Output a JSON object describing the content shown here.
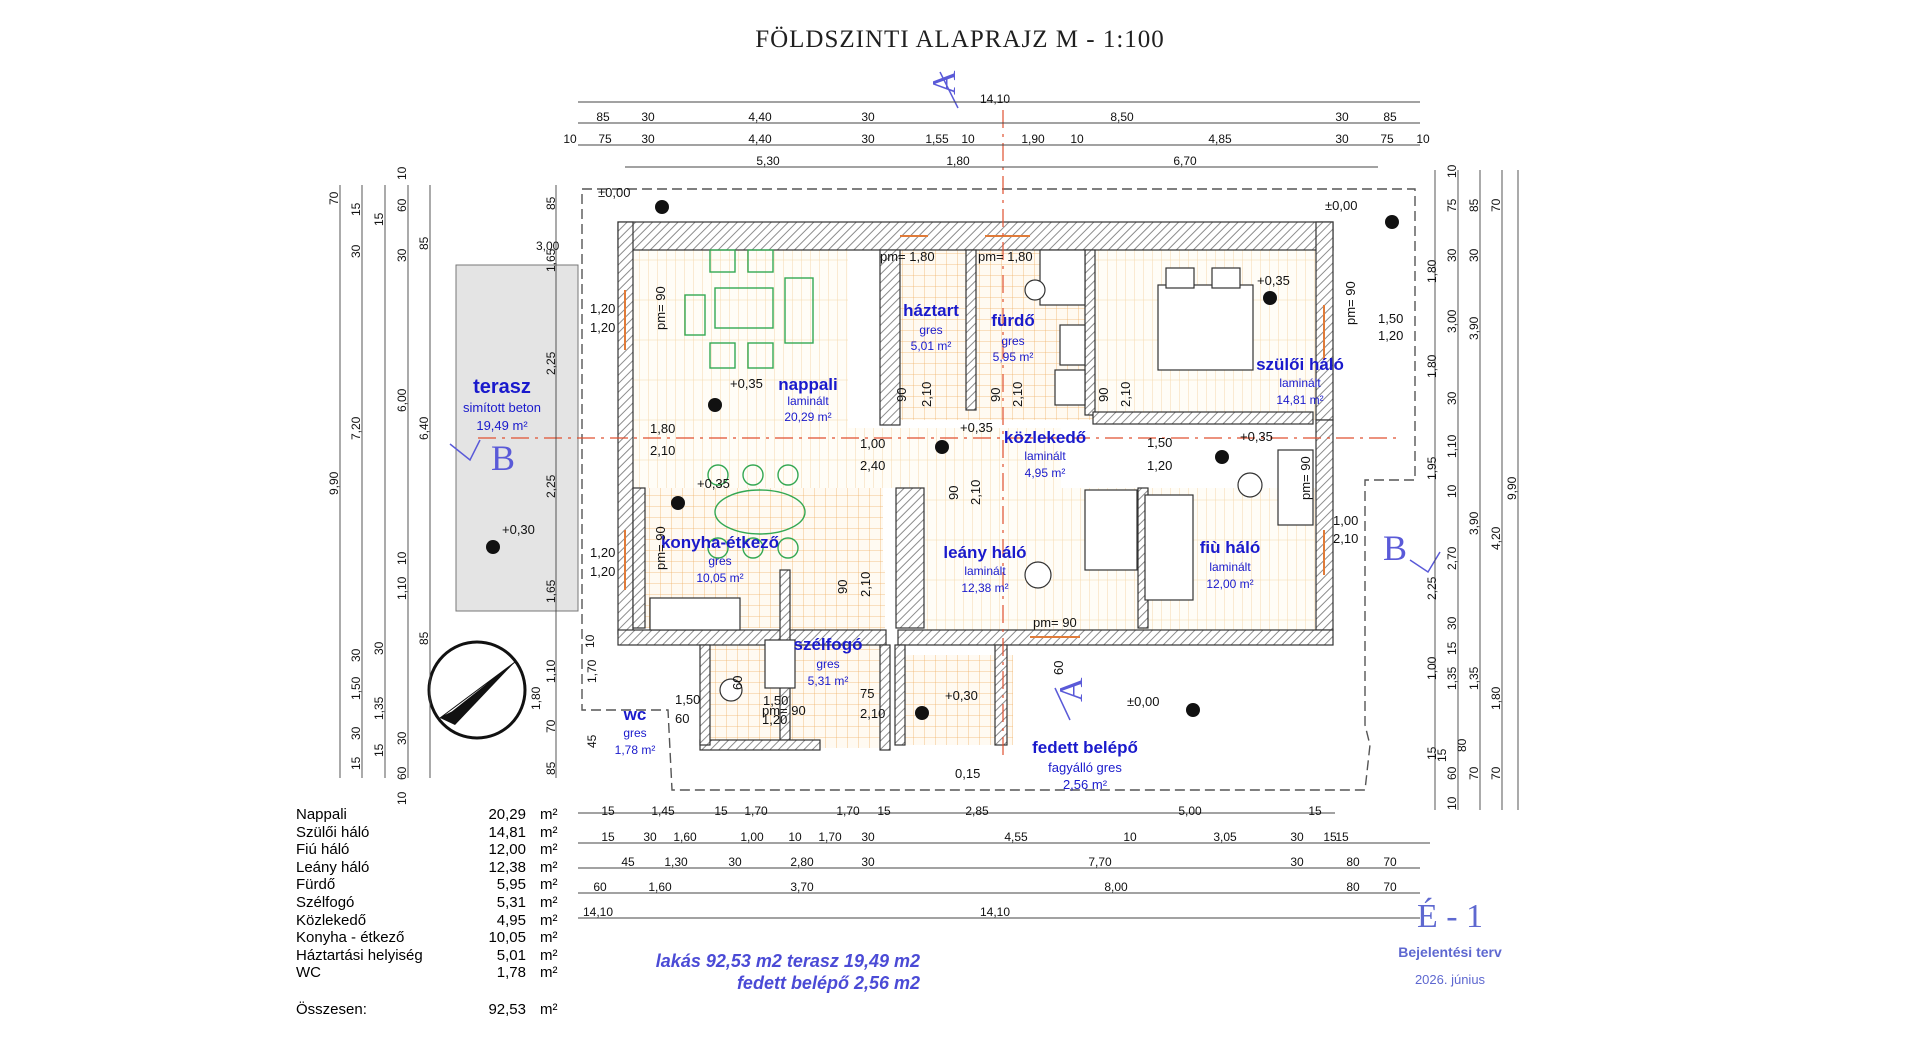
{
  "title": "FÖLDSZINTI ALAPRAJZ    M - 1:100",
  "rooms": [
    {
      "name": "nappali",
      "finish": "laminált",
      "area": "20,29 m²"
    },
    {
      "name": "háztart",
      "finish": "gres",
      "area": "5,01 m²"
    },
    {
      "name": "fürdő",
      "finish": "gres",
      "area": "5,95 m²"
    },
    {
      "name": "szülői háló",
      "finish": "laminált",
      "area": "14,81 m²"
    },
    {
      "name": "közlekedő",
      "finish": "laminált",
      "area": "4,95 m²"
    },
    {
      "name": "konyha-étkező",
      "finish": "gres",
      "area": "10,05 m²"
    },
    {
      "name": "leány háló",
      "finish": "laminált",
      "area": "12,38 m²"
    },
    {
      "name": "fiù háló",
      "finish": "laminált",
      "area": "12,00 m²"
    },
    {
      "name": "szélfogó",
      "finish": "gres",
      "area": "5,31 m²"
    },
    {
      "name": "wc",
      "finish": "gres",
      "area": "1,78 m²"
    },
    {
      "name": "terasz",
      "finish": "simított beton",
      "area": "19,49 m²"
    },
    {
      "name": "fedett belépő",
      "finish": "fagyálló gres",
      "area": "2,56 m²"
    }
  ],
  "levels": [
    "±0,00",
    "±0,00",
    "±0,00",
    "+0,35",
    "+0,35",
    "+0,35",
    "+0,35",
    "+0,35",
    "+0,30",
    "+0,30"
  ],
  "section_marks": [
    "A",
    "A",
    "B",
    "B"
  ],
  "parapets": [
    "pm= 1,80",
    "pm= 1,80",
    "pm= 90",
    "pm= 90",
    "pm= 90",
    "pm= 90",
    "pm= 90",
    "pm= 90"
  ],
  "openings": [
    "1,20",
    "1,20",
    "1,80",
    "2,10",
    "1,00",
    "2,40",
    "1,20",
    "1,20",
    "90",
    "2,10",
    "90",
    "2,10",
    "90",
    "2,10",
    "90",
    "2,10",
    "90",
    "2,10",
    "1,50",
    "1,20",
    "1,50",
    "1,20",
    "1,00",
    "2,10",
    "75",
    "2,10",
    "1,50",
    "1,20",
    "60",
    "60",
    "1,50",
    "60",
    "0,15"
  ],
  "dims_top": {
    "overall": "14,10",
    "row1": [
      "85",
      "30",
      "4,40",
      "30",
      "8,50",
      "30",
      "85"
    ],
    "row2": [
      "10",
      "75",
      "30",
      "4,40",
      "30",
      "1,55",
      "10",
      "1,90",
      "10",
      "4,85",
      "30",
      "75",
      "10"
    ],
    "row3": [
      "5,30",
      "1,80",
      "6,70"
    ]
  },
  "dims_bottom": {
    "row1": [
      "15",
      "1,45",
      "15",
      "1,70",
      "1,70",
      "15",
      "2,85",
      "5,00",
      "15"
    ],
    "row2": [
      "15",
      "30",
      "1,60",
      "1,00",
      "10",
      "1,70",
      "30",
      "4,55",
      "10",
      "3,05",
      "30",
      "15",
      "15"
    ],
    "row3": [
      "45",
      "1,30",
      "30",
      "2,80",
      "30",
      "7,70",
      "30",
      "80",
      "70"
    ],
    "row4": [
      "60",
      "1,60",
      "3,70",
      "8,00",
      "80",
      "70"
    ],
    "overall": "14,10"
  },
  "dims_left": {
    "terrace_w": "3,00",
    "col1": [
      "70",
      "15",
      "30",
      "30",
      "1,50",
      "30",
      "15"
    ],
    "col2": [
      "15",
      "30",
      "15"
    ],
    "col3": [
      "60",
      "30",
      "85",
      "10",
      "1,10",
      "85",
      "1,35",
      "30",
      "60"
    ],
    "col4": [
      "10",
      "85",
      "1,65",
      "2,25",
      "2,25",
      "1,65",
      "10",
      "1,70",
      "1,10",
      "1,80",
      "70",
      "45",
      "85",
      "10"
    ],
    "overall_a": "9,90",
    "overall_b": "7,20",
    "overall_c": "6,00",
    "overall_d": "6,40"
  },
  "dims_right": {
    "col1": [
      "10",
      "75",
      "30",
      "1,80",
      "1,80",
      "1,95",
      "2,25",
      "1,00",
      "1,35",
      "15",
      "15",
      "60",
      "10"
    ],
    "col2": [
      "85",
      "30",
      "3,00",
      "30",
      "1,10",
      "10",
      "2,70",
      "30",
      "15",
      "1,35",
      "80",
      "70"
    ],
    "col3": [
      "70",
      "3,90",
      "3,90",
      "1,80",
      "70"
    ],
    "overall_a": "9,90",
    "overall_b": "4,20"
  },
  "schedule": [
    {
      "name": "Nappali",
      "area": "20,29",
      "unit": "m²"
    },
    {
      "name": "Szülői háló",
      "area": "14,81",
      "unit": "m²"
    },
    {
      "name": "Fiú háló",
      "area": "12,00",
      "unit": "m²"
    },
    {
      "name": "Leány háló",
      "area": "12,38",
      "unit": "m²"
    },
    {
      "name": "Fürdő",
      "area": "5,95",
      "unit": "m²"
    },
    {
      "name": "Szélfogó",
      "area": "5,31",
      "unit": "m²"
    },
    {
      "name": "Közlekedő",
      "area": "4,95",
      "unit": "m²"
    },
    {
      "name": "Konyha - étkező",
      "area": "10,05",
      "unit": "m²"
    },
    {
      "name": "Háztartási helyiség",
      "area": "5,01",
      "unit": "m²"
    },
    {
      "name": "WC",
      "area": "1,78",
      "unit": "m²"
    }
  ],
  "total": {
    "name": "Összesen:",
    "area": "92,53",
    "unit": "m²"
  },
  "summary": {
    "line1": "lakás  92,53 m2  terasz 19,49 m2",
    "line2": "fedett belépő 2,56 m2"
  },
  "sheet": {
    "code": "É - 1",
    "status": "Bejelentési terv",
    "date": "2026. június"
  },
  "colors": {
    "wall": "#3a3a3a",
    "hatch": "#bbbbbb",
    "floor_grid": "#f0b36a",
    "room_label": "#1a1acc",
    "section": "#5a5ad8",
    "cut_line": "#e05030",
    "furniture": "#34a853"
  }
}
